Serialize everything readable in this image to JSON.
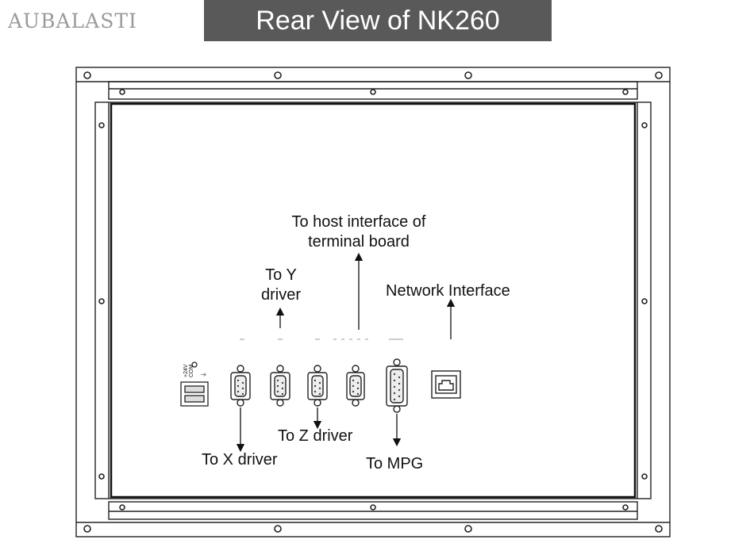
{
  "brand": "AUBALASTI",
  "title": "Rear View of NK260",
  "power_labels": [
    "+24V",
    "COM",
    "⏚"
  ],
  "labels": {
    "host_interface": "To host interface of\nterminal board",
    "y_driver": "To Y\ndriver",
    "network": "Network Interface",
    "z_driver": "To Z driver",
    "x_driver": "To X driver",
    "mpg": "To MPG"
  },
  "icons": [
    "screw-hole-icon",
    "power-terminal-icon",
    "db-connector-icon",
    "ethernet-port-icon",
    "arrow-icon"
  ]
}
